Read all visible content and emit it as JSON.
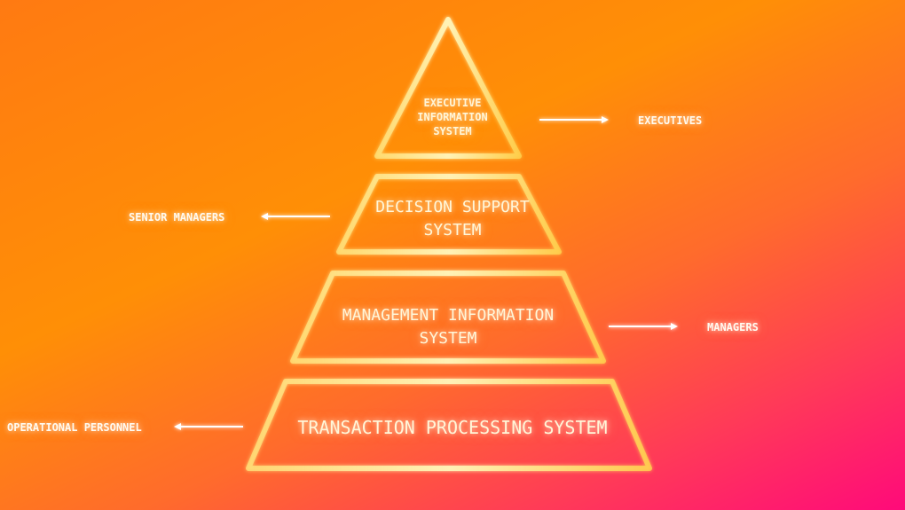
{
  "pyramid": {
    "tiers": [
      {
        "lines": [
          "EXECUTIVE",
          "INFORMATION",
          "SYSTEM"
        ]
      },
      {
        "lines": [
          "DECISION SUPPORT",
          "SYSTEM"
        ]
      },
      {
        "lines": [
          "MANAGEMENT INFORMATION",
          "SYSTEM"
        ]
      },
      {
        "lines": [
          "TRANSACTION PROCESSING SYSTEM"
        ]
      }
    ]
  },
  "roles": {
    "executives": "EXECUTIVES",
    "senior_managers": "SENIOR MANAGERS",
    "managers": "MANAGERS",
    "operational_personnel": "OPERATIONAL PERSONNEL"
  },
  "colors": {
    "outline": "#ffd866",
    "outline_glow": "#fff0b0",
    "text": "#fff6d8",
    "arrow": "#ffffff"
  }
}
